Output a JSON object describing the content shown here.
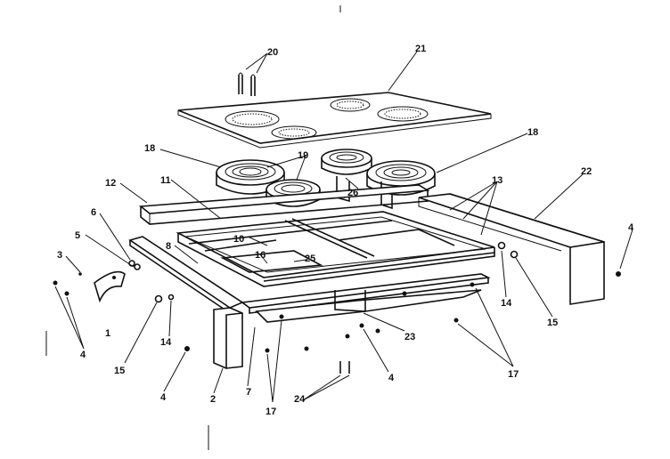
{
  "callouts": [
    {
      "id": "c1",
      "text": "1"
    },
    {
      "id": "c2",
      "text": "2"
    },
    {
      "id": "c3",
      "text": "3"
    },
    {
      "id": "c4a",
      "text": "4"
    },
    {
      "id": "c4b",
      "text": "4"
    },
    {
      "id": "c4c",
      "text": "4"
    },
    {
      "id": "c4d",
      "text": "4"
    },
    {
      "id": "c5",
      "text": "5"
    },
    {
      "id": "c6",
      "text": "6"
    },
    {
      "id": "c7",
      "text": "7"
    },
    {
      "id": "c8",
      "text": "8"
    },
    {
      "id": "c10",
      "text": "10"
    },
    {
      "id": "c11",
      "text": "11"
    },
    {
      "id": "c12",
      "text": "12"
    },
    {
      "id": "c13",
      "text": "13"
    },
    {
      "id": "c14a",
      "text": "14"
    },
    {
      "id": "c14b",
      "text": "14"
    },
    {
      "id": "c15a",
      "text": "15"
    },
    {
      "id": "c15b",
      "text": "15"
    },
    {
      "id": "c16",
      "text": "16"
    },
    {
      "id": "c17a",
      "text": "17"
    },
    {
      "id": "c17b",
      "text": "17"
    },
    {
      "id": "c18a",
      "text": "18"
    },
    {
      "id": "c18b",
      "text": "18"
    },
    {
      "id": "c19",
      "text": "19"
    },
    {
      "id": "c20",
      "text": "20"
    },
    {
      "id": "c21",
      "text": "21"
    },
    {
      "id": "c22",
      "text": "22"
    },
    {
      "id": "c23",
      "text": "23"
    },
    {
      "id": "c24",
      "text": "24"
    },
    {
      "id": "c25",
      "text": "25"
    },
    {
      "id": "c26",
      "text": "26"
    }
  ]
}
